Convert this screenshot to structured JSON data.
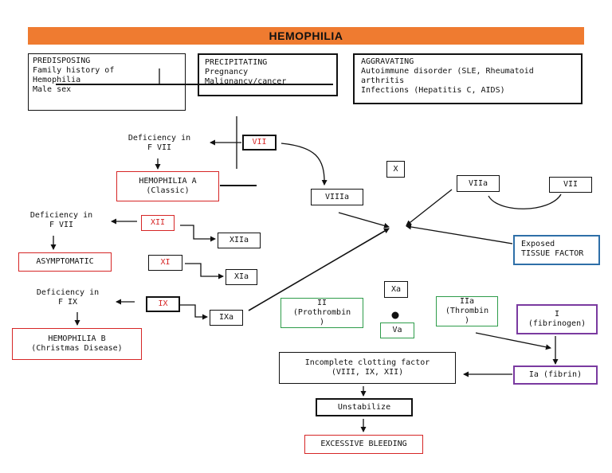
{
  "title": "HEMOPHILIA",
  "factors": {
    "predisposing": "PREDISPOSING\nFamily history of\nHemophilia\nMale sex",
    "precipitating": "PRECIPITATING\nPregnancy\nMalignancy/cancer",
    "aggravating": "AGGRAVATING\nAutoimmune disorder (SLE, Rheumatoid\narthritis\nInfections (Hepatitis C, AIDS)"
  },
  "nodes": {
    "vii_top": "VII",
    "deficiency_vii_top": "Deficiency in\nF VII",
    "hemophilia_a": "HEMOPHILIA A\n(Classic)",
    "viiia": "VIIIa",
    "x": "X",
    "viia": "VIIa",
    "vii_right": "VII",
    "deficiency_vii_left": "Deficiency in\nF VII",
    "xii": "XII",
    "xiia": "XIIa",
    "asymptomatic": "ASYMPTOMATIC",
    "xi": "XI",
    "xia": "XIa",
    "exposed_tissue_factor": "Exposed\nTISSUE FACTOR",
    "deficiency_ix": "Deficiency in\nF IX",
    "ix": "IX",
    "ixa": "IXa",
    "hemophilia_b": "HEMOPHILIA B\n(Christmas Disease)",
    "xa": "Xa",
    "ii_prothrombin": "II\n(Prothrombin\n)",
    "va": "Va",
    "iia_thrombin": "IIa\n(Thrombin\n)",
    "i_fibrinogen": "I\n(fibrinogen)",
    "incomplete_clotting": "Incomplete clotting factor\n(VIII, IX, XII)",
    "ia_fibrin": "Ia (fibrin)",
    "unstabilize": "Unstabilize",
    "excessive_bleeding": "EXCESSIVE BLEEDING"
  },
  "colors": {
    "banner": "#ef7b30",
    "red": "#d62626",
    "green": "#2e9c4a",
    "purple": "#7a3aa0",
    "blue": "#2e6fa8"
  }
}
